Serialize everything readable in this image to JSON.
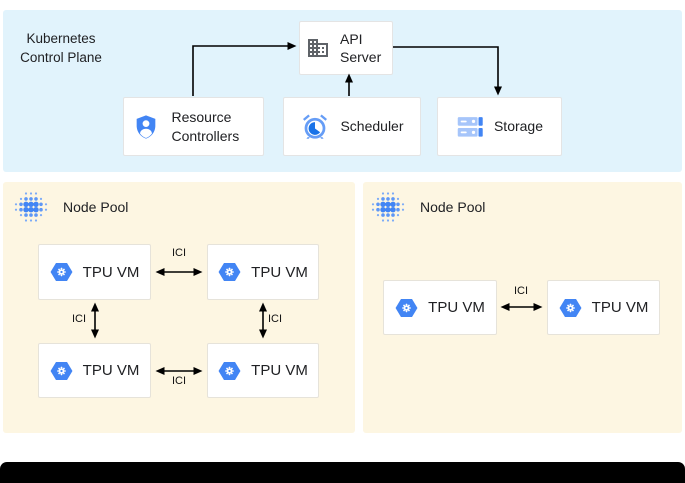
{
  "control_plane": {
    "title": "Kubernetes Control Plane",
    "api_server": "API Server",
    "resource_controllers": "Resource Controllers",
    "scheduler": "Scheduler",
    "storage": "Storage",
    "connections": [
      {
        "from": "Resource Controllers",
        "to": "API Server"
      },
      {
        "from": "Scheduler",
        "to": "API Server"
      },
      {
        "from": "API Server",
        "to": "Storage"
      }
    ]
  },
  "node_pools": [
    {
      "label": "Node Pool",
      "vms": [
        "TPU VM",
        "TPU VM",
        "TPU VM",
        "TPU VM"
      ],
      "interconnects": [
        {
          "label": "ICI",
          "between": "top-left / top-right"
        },
        {
          "label": "ICI",
          "between": "top-left / bottom-left"
        },
        {
          "label": "ICI",
          "between": "top-right / bottom-right"
        },
        {
          "label": "ICI",
          "between": "bottom-left / bottom-right"
        }
      ]
    },
    {
      "label": "Node Pool",
      "vms": [
        "TPU VM",
        "TPU VM"
      ],
      "interconnects": [
        {
          "label": "ICI",
          "between": "left / right"
        }
      ]
    }
  ],
  "icons": {
    "api_server": "building-icon",
    "resource_controllers": "shield-user-icon",
    "scheduler": "alarm-clock-icon",
    "storage": "storage-racks-icon",
    "node_pool": "dot-grid-icon",
    "tpu_vm": "tpu-hexagon-icon"
  },
  "colors": {
    "control_plane_bg": "#E1F3FC",
    "node_pool_bg": "#FDF6E2",
    "accent_blue": "#4285F4",
    "light_blue": "#669DF6",
    "dark_blue": "#1A73E8",
    "icon_gray": "#5F6368",
    "arrow": "#000000",
    "bottom_bar": "#000000"
  }
}
